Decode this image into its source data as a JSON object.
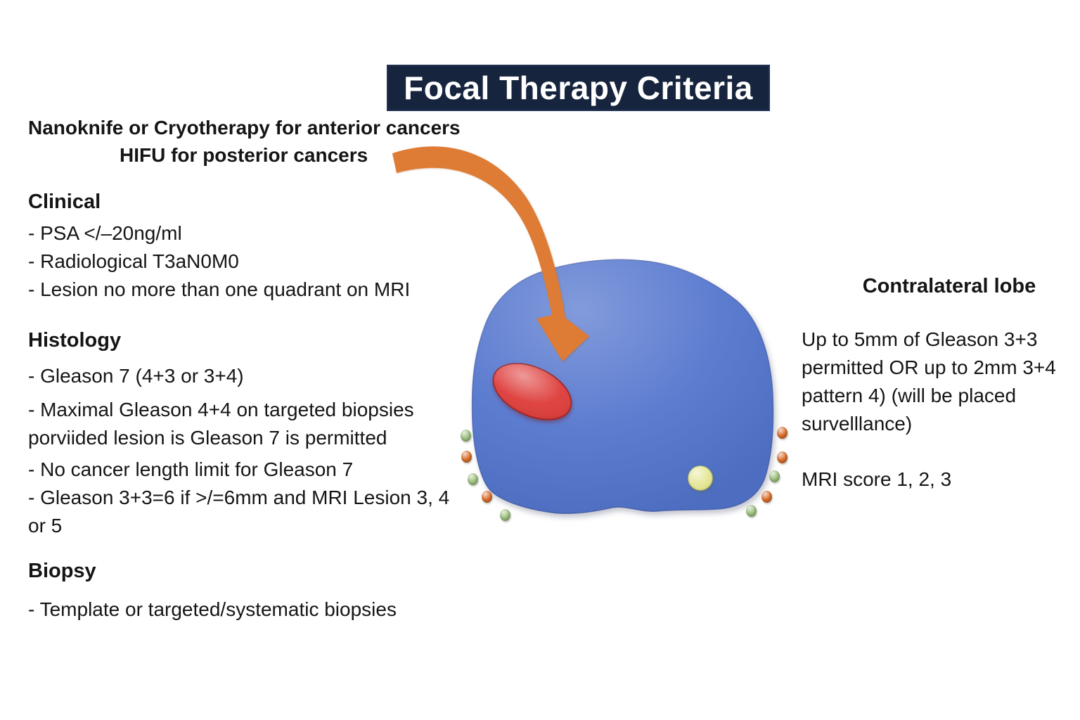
{
  "title": "Focal Therapy Criteria",
  "annotation": {
    "line1": "Nanoknife or Cryotherapy for anterior cancers",
    "line2": "HIFU for posterior cancers"
  },
  "clinical": {
    "heading": "Clinical",
    "items": [
      "- PSA </–20ng/ml",
      "- Radiological T3aN0M0",
      "- Lesion no more than one quadrant on MRI"
    ]
  },
  "histology": {
    "heading": "Histology",
    "item1": "- Gleason 7 (4+3 or 3+4)",
    "item2_line1": "- Maximal Gleason 4+4 on targeted biopsies",
    "item2_line2": "porviided lesion is Gleason 7 is permitted",
    "item3": "- No cancer length limit for Gleason 7",
    "item4_line1": "- Gleason 3+3=6 if >/=6mm and MRI Lesion 3, 4",
    "item4_line2": "or 5"
  },
  "biopsy": {
    "heading": "Biopsy",
    "item1": "- Template or targeted/systematic biopsies"
  },
  "contralateral": {
    "heading": "Contralateral lobe",
    "body_line1": "Up to 5mm of Gleason 3+3",
    "body_line2": "permitted OR up to 2mm 3+4",
    "body_line3": "pattern 4) (will be placed",
    "body_line4": "survelllance)",
    "mri_score": "MRI score 1, 2, 3"
  },
  "diagram": {
    "prostate_color": "#5274CD",
    "lesion_color": "#DC3532",
    "nodule_color": "#E2E48C",
    "arrow_color": "#DE7B35",
    "dot_green": "#9CC07E",
    "dot_orange": "#D96E2B",
    "dots_left": [
      "green",
      "orange",
      "green",
      "orange",
      "green"
    ],
    "dots_right": [
      "orange",
      "orange",
      "green",
      "orange",
      "green"
    ]
  },
  "colors": {
    "title_bg": "#16243E",
    "title_fg": "#FFFFFF",
    "text": "#151515",
    "background": "#FFFFFF"
  }
}
